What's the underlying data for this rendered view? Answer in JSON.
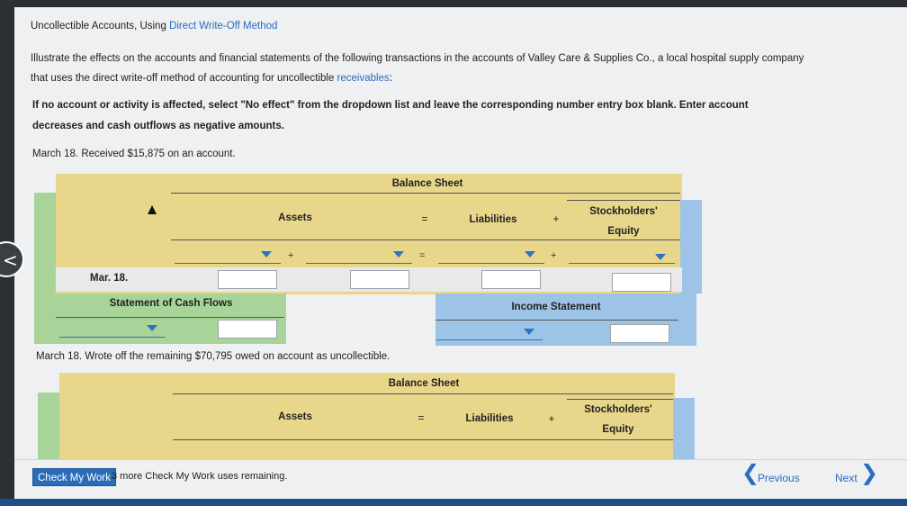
{
  "title_plain": "Uncollectible Accounts, Using ",
  "title_link": "Direct Write-Off Method",
  "intro_line1": "Illustrate the effects on the accounts and financial statements of the following transactions in the accounts of Valley Care & Supplies Co., a local hospital supply company",
  "intro_line2_plain": "that uses the direct write-off method of accounting for uncollectible ",
  "intro_line2_link": "receivables",
  "intro_line2_end": ":",
  "instruction_line1": "If no account or activity is affected, select \"No effect\" from the dropdown list and leave the corresponding number entry box blank. Enter account",
  "instruction_line2": "decreases and cash outflows as negative amounts.",
  "tx1": {
    "text": "March 18. Received $15,875 on an account.",
    "balance_sheet": "Balance Sheet",
    "assets": "Assets",
    "equals": "=",
    "liabilities": "Liabilities",
    "plus": "+",
    "se_line1": "Stockholders'",
    "se_line2": "Equity",
    "row_label": "Mar. 18.",
    "cash_flows": "Statement of Cash Flows",
    "income_statement": "Income Statement"
  },
  "tx2": {
    "text": "March 18. Wrote off the remaining $70,795 owed on account as uncollectible.",
    "balance_sheet": "Balance Sheet",
    "assets": "Assets",
    "equals": "=",
    "liabilities": "Liabilities",
    "plus": "+",
    "se_line1": "Stockholders'",
    "se_line2": "Equity"
  },
  "footer": {
    "check_label": "Check My Work",
    "remaining": "3 more Check My Work uses remaining.",
    "previous": "Previous",
    "next": "Next"
  },
  "colors": {
    "yellow": "#e8d68a",
    "green": "#a8d49a",
    "blue": "#9dc4e6",
    "accent": "#2a6cb8"
  },
  "icons": [
    "back-chevron-icon",
    "dropdown-arrow-icon",
    "mouse-cursor-icon",
    "previous-chevron-icon",
    "next-chevron-icon"
  ]
}
